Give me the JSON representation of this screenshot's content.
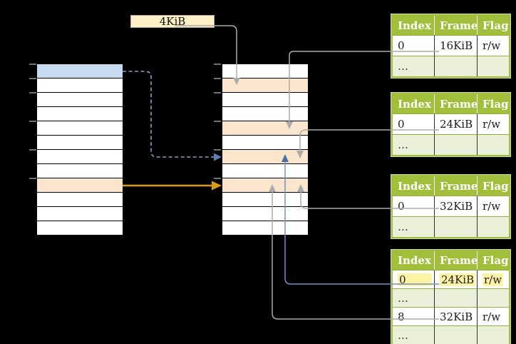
{
  "page_size_label": "4KiB",
  "virtual_memory": {
    "rows": [
      "blue",
      "white",
      "white",
      "white",
      "white",
      "white",
      "white",
      "white",
      "orange",
      "white",
      "white",
      "white"
    ]
  },
  "physical_memory": {
    "rows": [
      "white",
      "orange",
      "white",
      "white",
      "orange",
      "white",
      "orange",
      "white",
      "orange",
      "white",
      "white",
      "white"
    ]
  },
  "address_tick_y": [
    90,
    110,
    130,
    170,
    210,
    250
  ],
  "page_tables": [
    {
      "name": "page-table-16kib",
      "header": [
        "Index",
        "Frame",
        "Flags"
      ],
      "rows": [
        {
          "cells": [
            "0",
            "16KiB",
            "r/w"
          ],
          "variant": "normal"
        },
        {
          "cells": [
            "…",
            "",
            ""
          ],
          "variant": "alt"
        }
      ]
    },
    {
      "name": "page-table-24kib",
      "header": [
        "Index",
        "Frame",
        "Flags"
      ],
      "rows": [
        {
          "cells": [
            "0",
            "24KiB",
            "r/w"
          ],
          "variant": "normal"
        },
        {
          "cells": [
            "…",
            "",
            ""
          ],
          "variant": "alt"
        }
      ]
    },
    {
      "name": "page-table-32kib",
      "header": [
        "Index",
        "Frame",
        "Flags"
      ],
      "rows": [
        {
          "cells": [
            "0",
            "32KiB",
            "r/w"
          ],
          "variant": "normal"
        },
        {
          "cells": [
            "…",
            "",
            ""
          ],
          "variant": "alt"
        }
      ]
    },
    {
      "name": "page-table-level1",
      "header": [
        "Index",
        "Frame",
        "Flags"
      ],
      "rows": [
        {
          "cells": [
            "0",
            "24KiB",
            "r/w"
          ],
          "variant": "highlight"
        },
        {
          "cells": [
            "…",
            "",
            ""
          ],
          "variant": "alt"
        },
        {
          "cells": [
            "8",
            "32KiB",
            "r/w"
          ],
          "variant": "normal"
        },
        {
          "cells": [
            "…",
            "",
            ""
          ],
          "variant": "alt"
        }
      ]
    }
  ],
  "colors": {
    "bg": "#000000",
    "row_white": "#ffffff",
    "row_blue": "#c8daf0",
    "row_orange": "#fce5cd",
    "grid_line": "#000000",
    "tick": "#707070",
    "label_bg": "#fdf0c7",
    "label_border": "#b3a98c",
    "line_gray": "#ababab",
    "line_blue": "#6d92c1",
    "line_blue_dark": "#4a70a5",
    "line_blue_dash": "#84a2cc",
    "arrow_dash_blue": "#5d7eb4",
    "gold": "#d89c14",
    "header_bg": "#a1bf3b",
    "header_text": "#ffffff",
    "alt_row_bg": "#e9efd9",
    "green_line": "#94ad3d",
    "outer_rim": "#cfdba6",
    "dark_divider": "#2e2e2e",
    "highlight_yellow": "#fdf3a4",
    "text_dark": "#1a1a1a"
  }
}
